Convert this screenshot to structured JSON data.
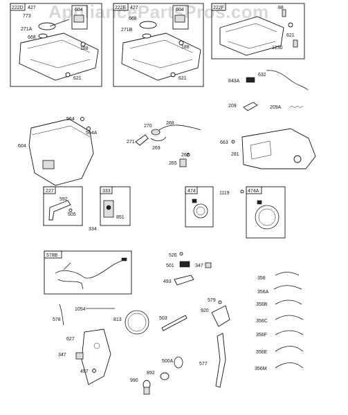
{
  "watermark": "AppliancePartsPros.com",
  "boxes": {
    "b222d": "222D",
    "b222e": "222E",
    "b222f": "222F",
    "b227": "227",
    "b333": "333",
    "b474": "474",
    "b474a": "474A",
    "b578b": "578B",
    "b604a": "604",
    "b604b": "604"
  },
  "labels": {
    "l427a": "427",
    "l773": "773",
    "l271a": "271A",
    "l668a": "668",
    "l188a": "188",
    "l621a": "621",
    "l427b": "427",
    "l668b": "668",
    "l271b": "271B",
    "l188b": "188",
    "l621b": "621",
    "l88": "88",
    "l621c": "621",
    "l1230": "1230",
    "l843a": "843A",
    "l632": "632",
    "l209": "209",
    "l209a": "209A",
    "l564": "564",
    "l564a": "564A",
    "l604": "604",
    "l270": "270",
    "l268": "268",
    "l271": "271",
    "l269": "269",
    "l267": "267",
    "l265": "265",
    "l663": "663",
    "l281": "281",
    "l592": "592",
    "l505": "505",
    "l851": "851",
    "l334": "334",
    "l1119": "1119",
    "l526": "526",
    "l501": "501",
    "l347a": "347",
    "l493": "493",
    "l356": "356",
    "l356a": "356A",
    "l356b": "356B",
    "l356c": "356C",
    "l356f": "356F",
    "l356e": "356E",
    "l356m": "356M",
    "l578": "578",
    "l1054": "1054",
    "l813": "813",
    "l503": "503",
    "l579": "579",
    "l920": "920",
    "l627": "627",
    "l347b": "347",
    "l497": "497",
    "l500a": "500A",
    "l577": "577",
    "l892": "892",
    "l990": "990"
  }
}
